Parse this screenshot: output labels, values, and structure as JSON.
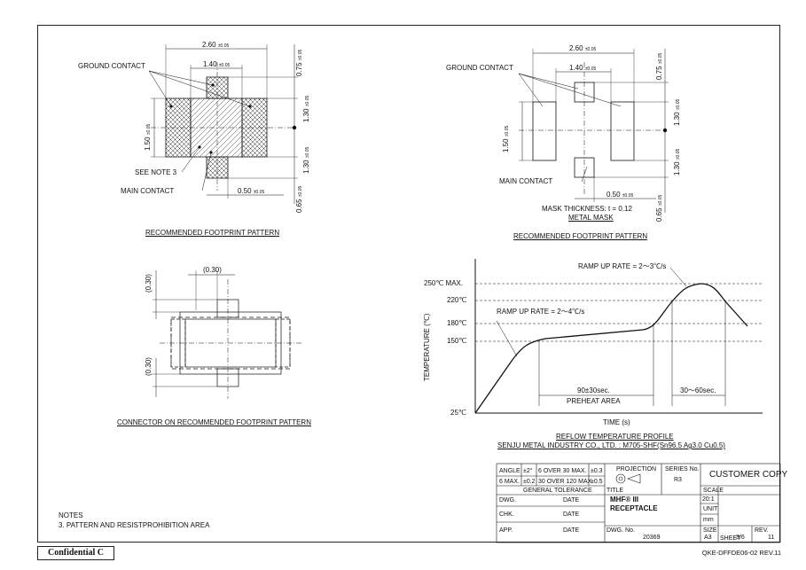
{
  "fp1": {
    "dim_top": "2.60",
    "dim_top_tol": "±0.05",
    "dim_mid": "1.40",
    "dim_mid_tol": "±0.05",
    "dim_right_top": "0.75",
    "dim_right_top_tol": "±0.05",
    "dim_right_1": "1.30",
    "dim_right_1_tol": "±0.05",
    "dim_right_2": "1.30",
    "dim_right_2_tol": "±0.05",
    "dim_right_bot": "0.65",
    "dim_right_bot_tol": "±0.05",
    "dim_left": "1.50",
    "dim_left_tol": "±0.05",
    "dim_bottom": "0.50",
    "dim_bottom_tol": "±0.05",
    "label_ground": "GROUND CONTACT",
    "label_note": "SEE NOTE 3",
    "label_main": "MAIN CONTACT",
    "caption": "RECOMMENDED FOOTPRINT PATTERN"
  },
  "fp2": {
    "dim_top": "2.60",
    "dim_top_tol": "±0.05",
    "dim_mid": "1.40",
    "dim_mid_tol": "±0.05",
    "dim_right_top": "0.75",
    "dim_right_top_tol": "±0.05",
    "dim_right_1": "1.30",
    "dim_right_1_tol": "±0.05",
    "dim_right_2": "1.30",
    "dim_right_2_tol": "±0.05",
    "dim_right_bot": "0.65",
    "dim_right_bot_tol": "±0.05",
    "dim_left": "1.50",
    "dim_left_tol": "±0.05",
    "dim_bottom": "0.50",
    "dim_bottom_tol": "±0.05",
    "label_ground": "GROUND CONTACT",
    "label_main": "MAIN CONTACT",
    "mask_thickness": "MASK THICKNESS: t = 0.12",
    "metal_mask": "METAL MASK",
    "caption": "RECOMMENDED FOOTPRINT PATTERN"
  },
  "connector": {
    "dim_top": "(0.30)",
    "dim_left_1": "(0.30)",
    "dim_left_2": "(0.30)",
    "caption": "CONNECTOR ON RECOMMENDED FOOTPRINT PATTERN"
  },
  "reflow": {
    "y_axis_label": "TEMPERATURE (℃)",
    "x_axis_label": "TIME (s)",
    "y_ticks": [
      "250℃ MAX.",
      "220℃",
      "180℃",
      "150℃",
      "25℃"
    ],
    "ramp_up_1": "RAMP UP RATE = 2～4℃/s",
    "ramp_up_2": "RAMP UP RATE = 2～3℃/s",
    "preheat_time": "90±30sec.",
    "preheat_area": "PREHEAT AREA",
    "peak_time": "30～60sec.",
    "title": "REFLOW TEMPERATURE PROFILE",
    "subtitle": "SENJU METAL INDUSTRY CO., LTD. : M705-SHF(Sn96.5 Ag3.0 Cu0.5)"
  },
  "notes": {
    "heading": "NOTES",
    "item3": "3. PATTERN AND RESISTPROHIBITION AREA"
  },
  "title_block": {
    "angle": "ANGLE",
    "angle_tol": "±2°",
    "over30": "6 OVER 30 MAX.",
    "over30_tol": "±0.3",
    "max6": "6 MAX.",
    "max6_tol": "±0.2",
    "over120": "30 OVER 120 MAX.",
    "over120_tol": "±0.5",
    "general_tolerance": "GENERAL TOLERANCE",
    "projection": "PROJECTION",
    "series_label": "SERIES No.",
    "series": "R3",
    "customer_copy": "CUSTOMER COPY",
    "title_label": "TITLE",
    "product_name": "MHF® III",
    "product_desc": "RECEPTACLE",
    "scale_label": "SCALE",
    "scale": "20:1",
    "unit_label": "UNIT",
    "unit": "mm",
    "dwg": "DWG.",
    "chk": "CHK.",
    "app": "APP.",
    "date": "DATE",
    "dwg_no_label": "DWG. No.",
    "dwg_no": "20369",
    "size_label": "SIZE",
    "size": "A3",
    "sheet_label": "SHEET",
    "sheet": "3/6",
    "rev_label": "REV.",
    "rev": "11"
  },
  "footer": {
    "confidential": "Confidential C",
    "doc_number": "QKE-DFFDE06-02 REV.11"
  }
}
